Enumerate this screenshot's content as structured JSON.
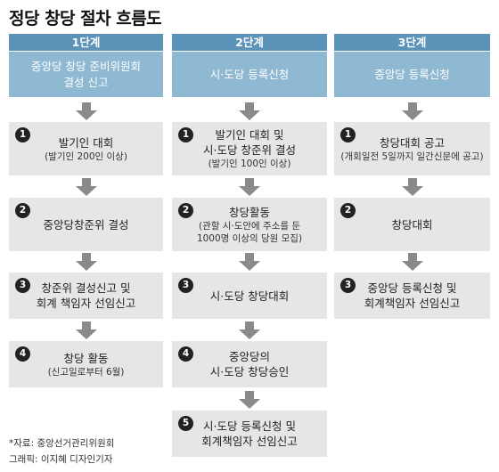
{
  "title": "정당 창당 절차 흐름도",
  "columns": [
    {
      "header": "1단계",
      "subtitle_lines": [
        "중앙당 창당 준비위원회",
        "결성 신고"
      ],
      "steps": [
        {
          "num": "1",
          "lines": [
            "발기인 대회"
          ],
          "note_lines": [
            "(발기인 200인 이상)"
          ]
        },
        {
          "num": "2",
          "lines": [
            "중앙당창준위 결성"
          ],
          "note_lines": []
        },
        {
          "num": "3",
          "lines": [
            "창준위 결성신고 및",
            "회계 책임자 선임신고"
          ],
          "note_lines": []
        },
        {
          "num": "4",
          "lines": [
            "창당 활동"
          ],
          "note_lines": [
            "(신고일로부터 6월)"
          ]
        }
      ]
    },
    {
      "header": "2단계",
      "subtitle_lines": [
        "시·도당 등록신청"
      ],
      "steps": [
        {
          "num": "1",
          "lines": [
            "발기인 대회 및",
            "시·도당 창준위 결성"
          ],
          "note_lines": [
            "(발기인 100인 이상)"
          ]
        },
        {
          "num": "2",
          "lines": [
            "창당활동"
          ],
          "note_lines": [
            "(관할 시·도안에 주소를 둔",
            "1000명 이상의 당원 모집)"
          ]
        },
        {
          "num": "3",
          "lines": [
            "시·도당 창당대회"
          ],
          "note_lines": []
        },
        {
          "num": "4",
          "lines": [
            "중앙당의",
            "시·도당 창당승인"
          ],
          "note_lines": []
        },
        {
          "num": "5",
          "lines": [
            "시·도당 등록신청 및",
            "회계책임자 선임신고"
          ],
          "note_lines": []
        }
      ]
    },
    {
      "header": "3단계",
      "subtitle_lines": [
        "중앙당 등록신청"
      ],
      "steps": [
        {
          "num": "1",
          "lines": [
            "창당대회 공고"
          ],
          "note_lines": [
            "(개회일전 5일까지 일간신문에 공고)"
          ]
        },
        {
          "num": "2",
          "lines": [
            "창당대회"
          ],
          "note_lines": []
        },
        {
          "num": "3",
          "lines": [
            "중앙당 등록신청 및",
            "회계책임자 선임신고"
          ],
          "note_lines": []
        }
      ]
    }
  ],
  "footer": {
    "source": "*자료: 중앙선거관리위원회",
    "credit": "그래픽: 이지혜 디자인기자"
  }
}
